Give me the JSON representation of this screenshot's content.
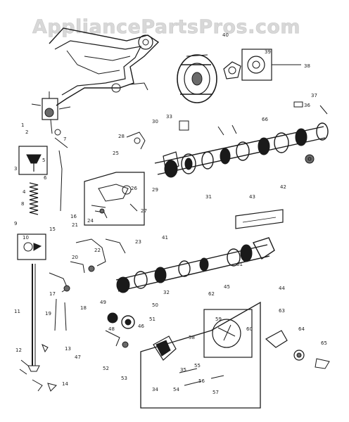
{
  "watermark": "AppliancePartsPros.com",
  "callouts": [
    {
      "id": "c1",
      "text": "1"
    },
    {
      "id": "c2",
      "text": "2"
    },
    {
      "id": "c3",
      "text": "3"
    },
    {
      "id": "c4",
      "text": "4"
    },
    {
      "id": "c5",
      "text": "5"
    },
    {
      "id": "c6",
      "text": "6"
    },
    {
      "id": "c7",
      "text": "7"
    },
    {
      "id": "c8",
      "text": "8"
    },
    {
      "id": "c9",
      "text": "9"
    },
    {
      "id": "c10",
      "text": "10"
    },
    {
      "id": "c11",
      "text": "11"
    },
    {
      "id": "c12",
      "text": "12"
    },
    {
      "id": "c13",
      "text": "13"
    },
    {
      "id": "c14",
      "text": "14"
    },
    {
      "id": "c15",
      "text": "15"
    },
    {
      "id": "c16",
      "text": "16"
    },
    {
      "id": "c17",
      "text": "17"
    },
    {
      "id": "c18",
      "text": "18"
    },
    {
      "id": "c19",
      "text": "19"
    },
    {
      "id": "c20",
      "text": "20"
    },
    {
      "id": "c21",
      "text": "21"
    },
    {
      "id": "c22",
      "text": "22"
    },
    {
      "id": "c23",
      "text": "23"
    },
    {
      "id": "c24",
      "text": "24"
    },
    {
      "id": "c25",
      "text": "25"
    },
    {
      "id": "c26",
      "text": "26"
    },
    {
      "id": "c27",
      "text": "27"
    },
    {
      "id": "c28",
      "text": "28"
    },
    {
      "id": "c29",
      "text": "29"
    },
    {
      "id": "c30",
      "text": "30"
    },
    {
      "id": "c31",
      "text": "31"
    },
    {
      "id": "c32",
      "text": "32"
    },
    {
      "id": "c33",
      "text": "33"
    },
    {
      "id": "c34",
      "text": "34"
    },
    {
      "id": "c35",
      "text": "35"
    },
    {
      "id": "c36",
      "text": "36"
    },
    {
      "id": "c37",
      "text": "37"
    },
    {
      "id": "c38",
      "text": "38"
    },
    {
      "id": "c39",
      "text": "39"
    },
    {
      "id": "c40",
      "text": "40"
    },
    {
      "id": "c41",
      "text": "41"
    },
    {
      "id": "c42",
      "text": "42"
    },
    {
      "id": "c43",
      "text": "43"
    },
    {
      "id": "c44",
      "text": "44"
    },
    {
      "id": "c45",
      "text": "45"
    },
    {
      "id": "c46",
      "text": "46"
    },
    {
      "id": "c47",
      "text": "47"
    },
    {
      "id": "c48",
      "text": "48"
    },
    {
      "id": "c49",
      "text": "49"
    },
    {
      "id": "c50",
      "text": "50"
    },
    {
      "id": "c51",
      "text": "51"
    },
    {
      "id": "c52",
      "text": "52"
    },
    {
      "id": "c53",
      "text": "53"
    },
    {
      "id": "c54",
      "text": "54"
    },
    {
      "id": "c55",
      "text": "55"
    },
    {
      "id": "c56",
      "text": "56"
    },
    {
      "id": "c57",
      "text": "57"
    },
    {
      "id": "c58",
      "text": "58"
    },
    {
      "id": "c59",
      "text": "59"
    },
    {
      "id": "c60",
      "text": "60"
    },
    {
      "id": "c61",
      "text": "61"
    },
    {
      "id": "c62",
      "text": "62"
    },
    {
      "id": "c63",
      "text": "63"
    },
    {
      "id": "c64",
      "text": "64"
    },
    {
      "id": "c65",
      "text": "65"
    },
    {
      "id": "c66",
      "text": "66"
    }
  ]
}
